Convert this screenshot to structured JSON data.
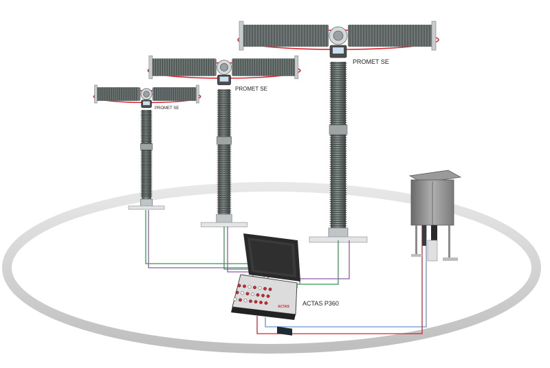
{
  "labels": {
    "breaker_1": "PROMET SE",
    "breaker_2": "PROMET SE",
    "breaker_3": "PROMET SE",
    "analyzer": "ACTAS P360",
    "panel_brand": "ACTAS"
  },
  "colors": {
    "loop": "#d9232e",
    "green_wire": "#2e9a52",
    "purple_wire": "#8e5aa6",
    "blue_wire": "#6b8fd0",
    "red_wire": "#d9232e",
    "porcelain": "#6f7775",
    "flange": "#c8cccf",
    "ground_ring": "#d9d9d9",
    "case": "#2a2a2a"
  },
  "icons": {
    "monitor": "sensor-box-icon",
    "cabinet": "control-cabinet-icon"
  }
}
